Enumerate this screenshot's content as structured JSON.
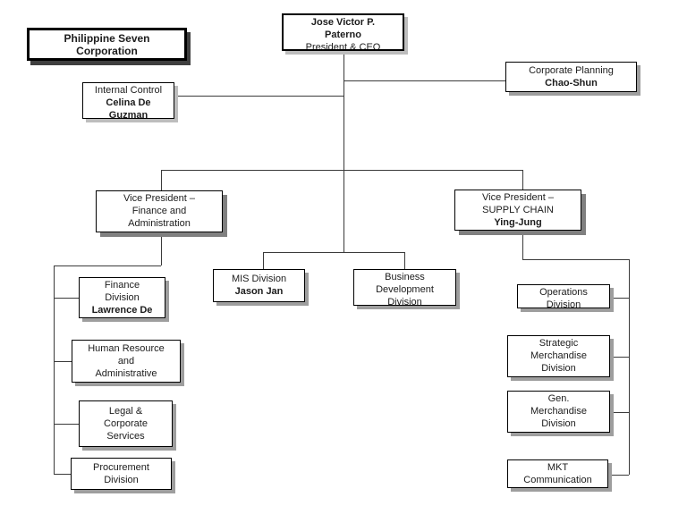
{
  "chart": {
    "type": "org-chart",
    "company": {
      "name_line1": "Philippine Seven",
      "name_line2": "Corporation"
    },
    "ceo": {
      "name_line1": "Jose Victor P.",
      "name_line2": "Paterno",
      "title": "President & CEO"
    },
    "staff": {
      "internal_control": {
        "title": "Internal Control",
        "name_line1": "Celina De",
        "name_line2": "Guzman"
      },
      "corporate_planning": {
        "title": "Corporate Planning",
        "name": "Chao-Shun"
      }
    },
    "vp_finance": {
      "title_line1": "Vice President –",
      "title_line2": "Finance and",
      "title_line3": "Administration"
    },
    "vp_supply_chain": {
      "title_line1": "Vice President –",
      "title_line2": "SUPPLY CHAIN",
      "name": "Ying-Jung"
    },
    "center_divisions": {
      "mis": {
        "title": "MIS Division",
        "name": "Jason Jan"
      },
      "business_development": {
        "line1": "Business",
        "line2": "Development",
        "line3": "Division"
      }
    },
    "finance_divisions": {
      "finance": {
        "line1": "Finance",
        "line2": "Division",
        "name": "Lawrence De"
      },
      "human_resource": {
        "line1": "Human Resource",
        "line2": "and",
        "line3": "Administrative"
      },
      "legal": {
        "line1": "Legal &",
        "line2": "Corporate",
        "line3": "Services"
      },
      "procurement": {
        "line1": "Procurement",
        "line2": "Division"
      }
    },
    "supply_divisions": {
      "operations": {
        "line1": "Operations",
        "line2": "Division"
      },
      "strategic_merchandise": {
        "line1": "Strategic",
        "line2": "Merchandise",
        "line3": "Division"
      },
      "gen_merchandise": {
        "line1": "Gen.",
        "line2": "Merchandise",
        "line3": "Division"
      },
      "mkt_communication": {
        "line1": "MKT",
        "line2": "Communication"
      }
    },
    "colors": {
      "background": "#ffffff",
      "box_fill": "#ffffff",
      "box_border": "#000000",
      "shadow_gray": "#9e9e9e",
      "shadow_dark": "#3f3f3f",
      "connector": "#3a3a3a"
    }
  }
}
